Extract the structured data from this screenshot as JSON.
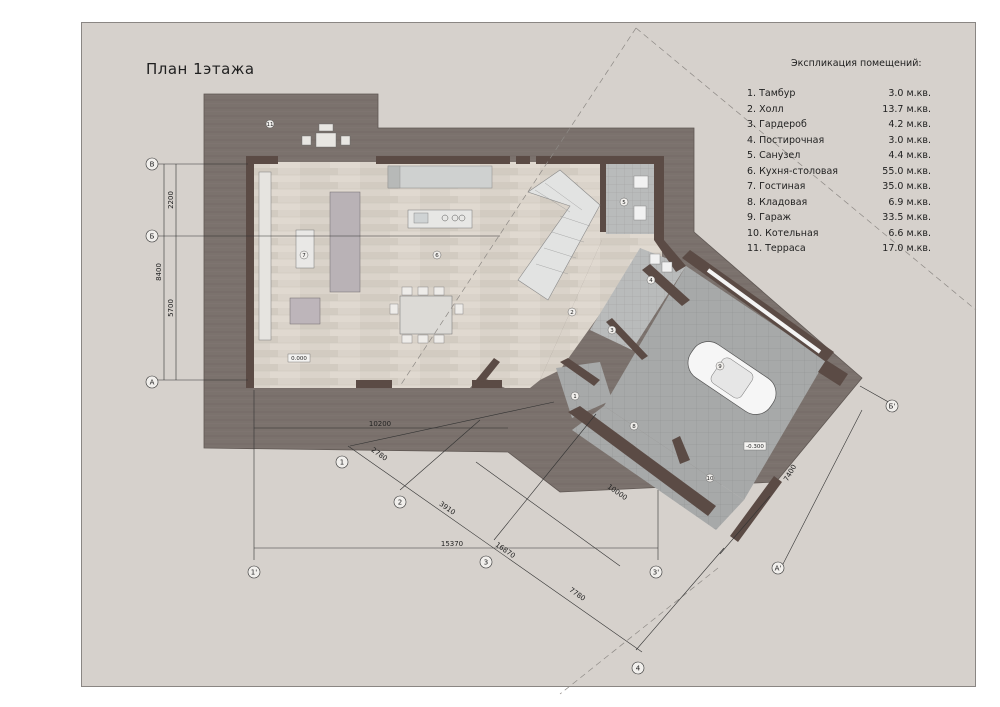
{
  "plan_title": "План 1этажа",
  "legend": {
    "title": "Экспликация помещений:",
    "rooms": [
      {
        "name": "1. Тамбур",
        "area": "3.0 м.кв."
      },
      {
        "name": "2. Холл",
        "area": "13.7 м.кв."
      },
      {
        "name": "3. Гардероб",
        "area": "4.2 м.кв."
      },
      {
        "name": "4. Постирочная",
        "area": "3.0 м.кв."
      },
      {
        "name": "5. Санузел",
        "area": "4.4 м.кв."
      },
      {
        "name": "6. Кухня-столовая",
        "area": "55.0 м.кв."
      },
      {
        "name": "7. Гостиная",
        "area": "35.0 м.кв."
      },
      {
        "name": "8. Кладовая",
        "area": "6.9 м.кв."
      },
      {
        "name": "9. Гараж",
        "area": "33.5 м.кв."
      },
      {
        "name": "10. Котельная",
        "area": "6.6 м.кв."
      },
      {
        "name": "11. Терраса",
        "area": "17.0 м.кв."
      }
    ]
  },
  "axes": {
    "a": "А",
    "b": "Б",
    "v": "В",
    "n1": "1",
    "n2": "2",
    "n3": "3",
    "n4": "4",
    "n1p": "1'",
    "n3p": "3'",
    "ap": "А'",
    "bp": "Б'"
  },
  "dimensions": {
    "d2200": "2200",
    "d8400": "8400",
    "d5700": "5700",
    "d10200": "10200",
    "d2780": "2780",
    "d3910": "3910",
    "d10000": "10000",
    "d15370": "15370",
    "d16870": "16870",
    "d7780": "7780",
    "d7400": "7400"
  },
  "levels": {
    "main": "0.000",
    "garage": "-0.300"
  },
  "room_marks": {
    "r1": "1",
    "r2": "2",
    "r3": "3",
    "r4": "4",
    "r5": "5",
    "r6": "6",
    "r7": "7",
    "r8": "8",
    "r9": "9",
    "r10": "10",
    "r11": "11"
  },
  "colors": {
    "sheet": "#d6d1cc",
    "terrace": "#7d7470",
    "floor_wood": "#d8d1c8",
    "wall": "#5b4b45",
    "tile": "#a6a8a8"
  }
}
